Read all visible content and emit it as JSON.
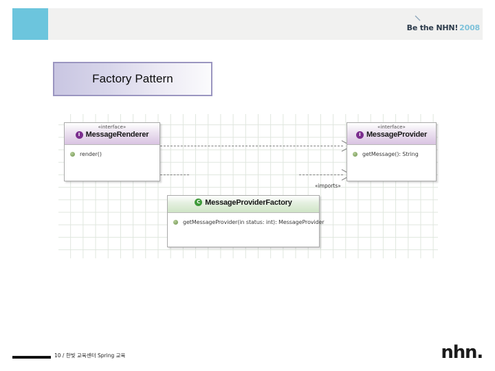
{
  "slide": {
    "title": "Factory Pattern",
    "page_number_footer": "10 / 한빛 교육센터 Spring 교육"
  },
  "header": {
    "logo_main": "Be the NHN!",
    "logo_year": "2008",
    "accent_color": "#6cc5dd",
    "band_color": "#f1f1f0",
    "logo_main_color": "#2b3a4a",
    "logo_year_color": "#7ec2da",
    "tick_icon": "slash-tick-icon"
  },
  "title_box": {
    "text": "Factory Pattern",
    "border_color": "#9a95c0",
    "gradient_from": "#c9c6e2",
    "gradient_to": "#ffffff"
  },
  "diagram": {
    "type": "uml-class-diagram",
    "grid_color": "#dfe6de",
    "classes": [
      {
        "id": "message-renderer",
        "stereotype": "«interface»",
        "name": "MessageRenderer",
        "badge": "I",
        "badge_color": "#7b2d8e",
        "kind": "interface",
        "members": [
          "render()"
        ]
      },
      {
        "id": "message-provider",
        "stereotype": "«interface»",
        "name": "MessageProvider",
        "badge": "I",
        "badge_color": "#7b2d8e",
        "kind": "interface",
        "members": [
          "getMessage(): String"
        ]
      },
      {
        "id": "message-provider-factory",
        "stereotype": "",
        "name": "MessageProviderFactory",
        "badge": "C",
        "badge_color": "#3f9a3a",
        "kind": "class",
        "members": [
          "getMessageProvider(in status: int): MessageProvider"
        ]
      }
    ],
    "connectors": [
      {
        "id": "renderer-to-provider",
        "from": "message-renderer",
        "to": "message-provider",
        "style": "dashed",
        "arrow": "open",
        "label": ""
      },
      {
        "id": "factory-to-provider",
        "from": "message-provider-factory",
        "to": "message-provider",
        "style": "dashed",
        "arrow": "open",
        "label": "«imports»"
      }
    ]
  },
  "footer": {
    "text": "10 / 한빛 교육센터 Spring 교육",
    "brand": "nhn."
  }
}
